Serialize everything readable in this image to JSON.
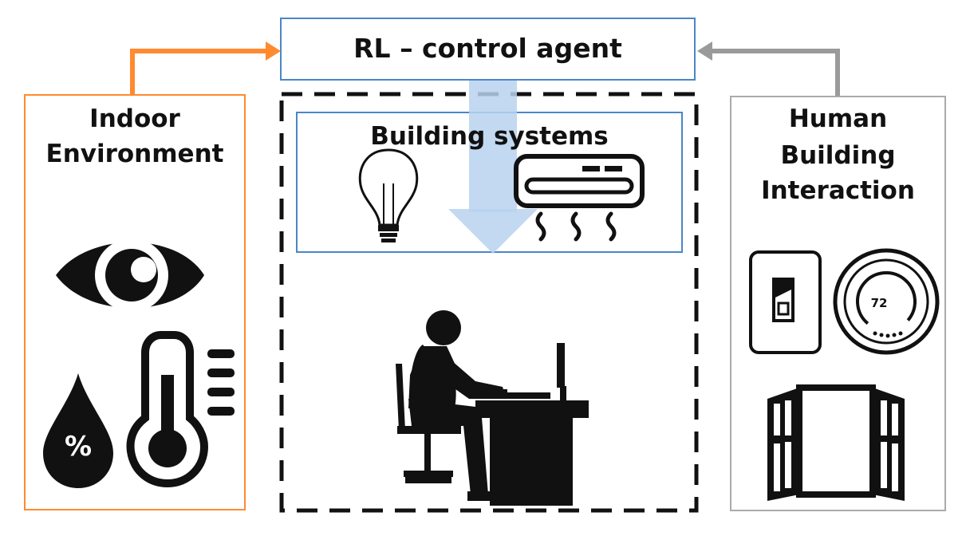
{
  "agent": {
    "title": "RL – control agent"
  },
  "indoor_environment": {
    "title_line1": "Indoor",
    "title_line2": "Environment"
  },
  "building_systems": {
    "title": "Building systems"
  },
  "human_interaction": {
    "title_line1": "Human",
    "title_line2": "Building",
    "title_line3": "Interaction"
  },
  "icons": {
    "humidity_symbol": "%",
    "thermostat_value": "72"
  },
  "colors": {
    "agent_border": "#4a86c8",
    "indoor_border": "#ff8a30",
    "human_border": "#aaaaaa",
    "arrow_blue": "#b8d2ee"
  }
}
